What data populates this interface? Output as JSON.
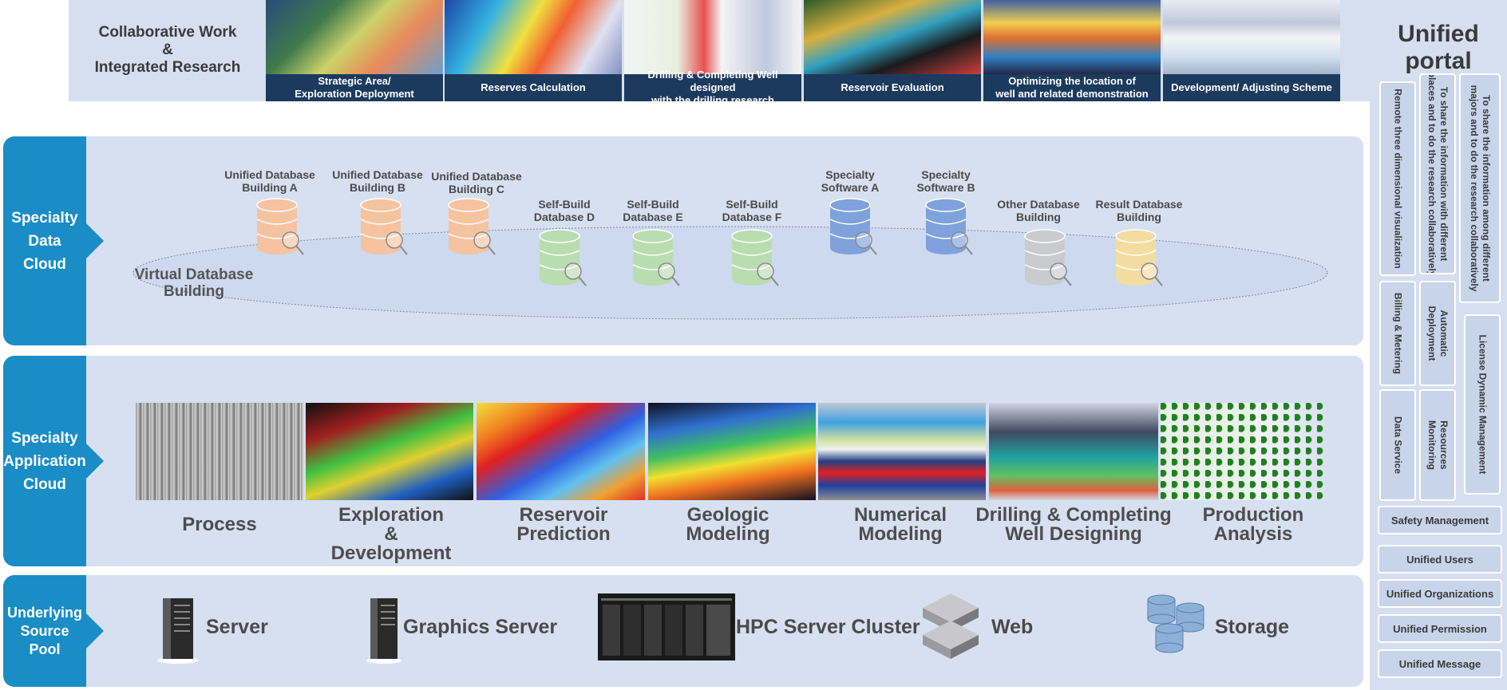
{
  "top": {
    "title_line1": "Collaborative Work",
    "title_line2": "&",
    "title_line3": "Integrated Research",
    "thumbnails": [
      {
        "line1": "Strategic Area/",
        "line2": "Exploration Deployment"
      },
      {
        "line1": "Reserves Calculation",
        "line2": ""
      },
      {
        "line1": "Drilling & Completing Well designed",
        "line2": "with the drilling research"
      },
      {
        "line1": "Reservoir Evaluation",
        "line2": ""
      },
      {
        "line1": "Optimizing the location of",
        "line2": "well and related demonstration"
      },
      {
        "line1": "Development/ Adjusting Scheme",
        "line2": ""
      }
    ]
  },
  "layers": {
    "data_cloud": {
      "line1": "Specialty",
      "line2": "Data",
      "line3": "Cloud"
    },
    "app_cloud": {
      "line1": "Specialty",
      "line2": "Application",
      "line3": "Cloud"
    },
    "source_pool": {
      "line1": "Underlying",
      "line2": "Source",
      "line3": "Pool"
    }
  },
  "data_cloud": {
    "virtual_line1": "Virtual Database",
    "virtual_line2": "Building",
    "databases": [
      {
        "line1": "Unified Database",
        "line2": "Building A",
        "color": "#f5c3a0"
      },
      {
        "line1": "Unified Database",
        "line2": "Building B",
        "color": "#f5c3a0"
      },
      {
        "line1": "Unified Database",
        "line2": "Building C",
        "color": "#f5c3a0"
      },
      {
        "line1": "Self-Build",
        "line2": "Database D",
        "color": "#b9ddb0"
      },
      {
        "line1": "Self-Build",
        "line2": "Database E",
        "color": "#b9ddb0"
      },
      {
        "line1": "Self-Build",
        "line2": "Database F",
        "color": "#b9ddb0"
      },
      {
        "line1": "Specialty",
        "line2": "Software A",
        "color": "#7fa2dc"
      },
      {
        "line1": "Specialty",
        "line2": "Software B",
        "color": "#7fa2dc"
      },
      {
        "line1": "Other Database",
        "line2": "Building",
        "color": "#c9cbcf"
      },
      {
        "line1": "Result Database",
        "line2": "Building",
        "color": "#f3dca0"
      }
    ]
  },
  "apps": [
    {
      "line1": "Process",
      "line2": "",
      "line3": ""
    },
    {
      "line1": "Exploration",
      "line2": "&",
      "line3": "Development"
    },
    {
      "line1": "Reservoir",
      "line2": "Prediction",
      "line3": ""
    },
    {
      "line1": "Geologic",
      "line2": "Modeling",
      "line3": ""
    },
    {
      "line1": "Numerical",
      "line2": "Modeling",
      "line3": ""
    },
    {
      "line1": "Drilling & Completing",
      "line2": "Well Designing",
      "line3": ""
    },
    {
      "line1": "Production",
      "line2": "Analysis",
      "line3": ""
    }
  ],
  "resources": {
    "server": "Server",
    "graphics_server": "Graphics Server",
    "hpc": "HPC Server Cluster",
    "web": "Web",
    "storage": "Storage"
  },
  "portal": {
    "title_line1": "Unified",
    "title_line2": "portal",
    "remote_3d": "Remote three dimensional visualization",
    "share_places_1": "To share the information with different",
    "share_places_2": "places and to do the research collaboratively",
    "share_majors_1": "To share the information among different",
    "share_majors_2": "majors and to do the research collaboratively",
    "billing": "Billing & Metering",
    "auto_deploy_1": "Automatic",
    "auto_deploy_2": "Deployment",
    "license": "License Dynamic Management",
    "data_service": "Data Service",
    "resources_monitoring_1": "Resources",
    "resources_monitoring_2": "Monitoring",
    "safety": "Safety Management",
    "users": "Unified Users",
    "organizations": "Unified Organizations",
    "permission": "Unified Permission",
    "message": "Unified Message"
  }
}
